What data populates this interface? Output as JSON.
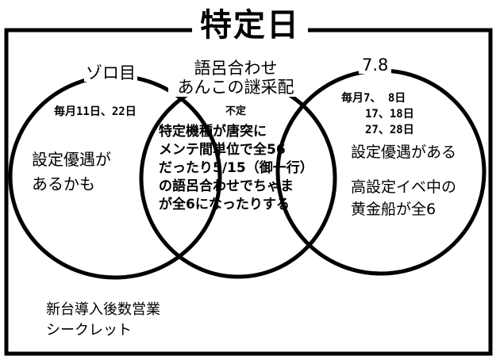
{
  "title": "特定日",
  "sets": {
    "left": {
      "label": "ゾロ目",
      "subtitle": "毎月11日、22日",
      "lines": [
        "設定優遇が",
        "あるかも"
      ]
    },
    "middle": {
      "label_lines": [
        "語呂合わせ",
        "あんこの謎采配"
      ],
      "subtitle": "不定",
      "lines": [
        "特定機種が唐突に",
        "メンテ間単位で全56",
        "だったり5/15（御一行）",
        "の語呂合わせでちゃま",
        "が全6になったりする"
      ]
    },
    "right": {
      "label": "7.8",
      "subtitle_lines": [
        "毎月7、 8日",
        "17、18日",
        "27、28日"
      ],
      "lines": [
        "設定優遇がある",
        "高設定イベ中の",
        "黄金船が全6"
      ]
    }
  },
  "outside": {
    "lines": [
      "新台導入後数営業",
      "シークレット"
    ]
  }
}
